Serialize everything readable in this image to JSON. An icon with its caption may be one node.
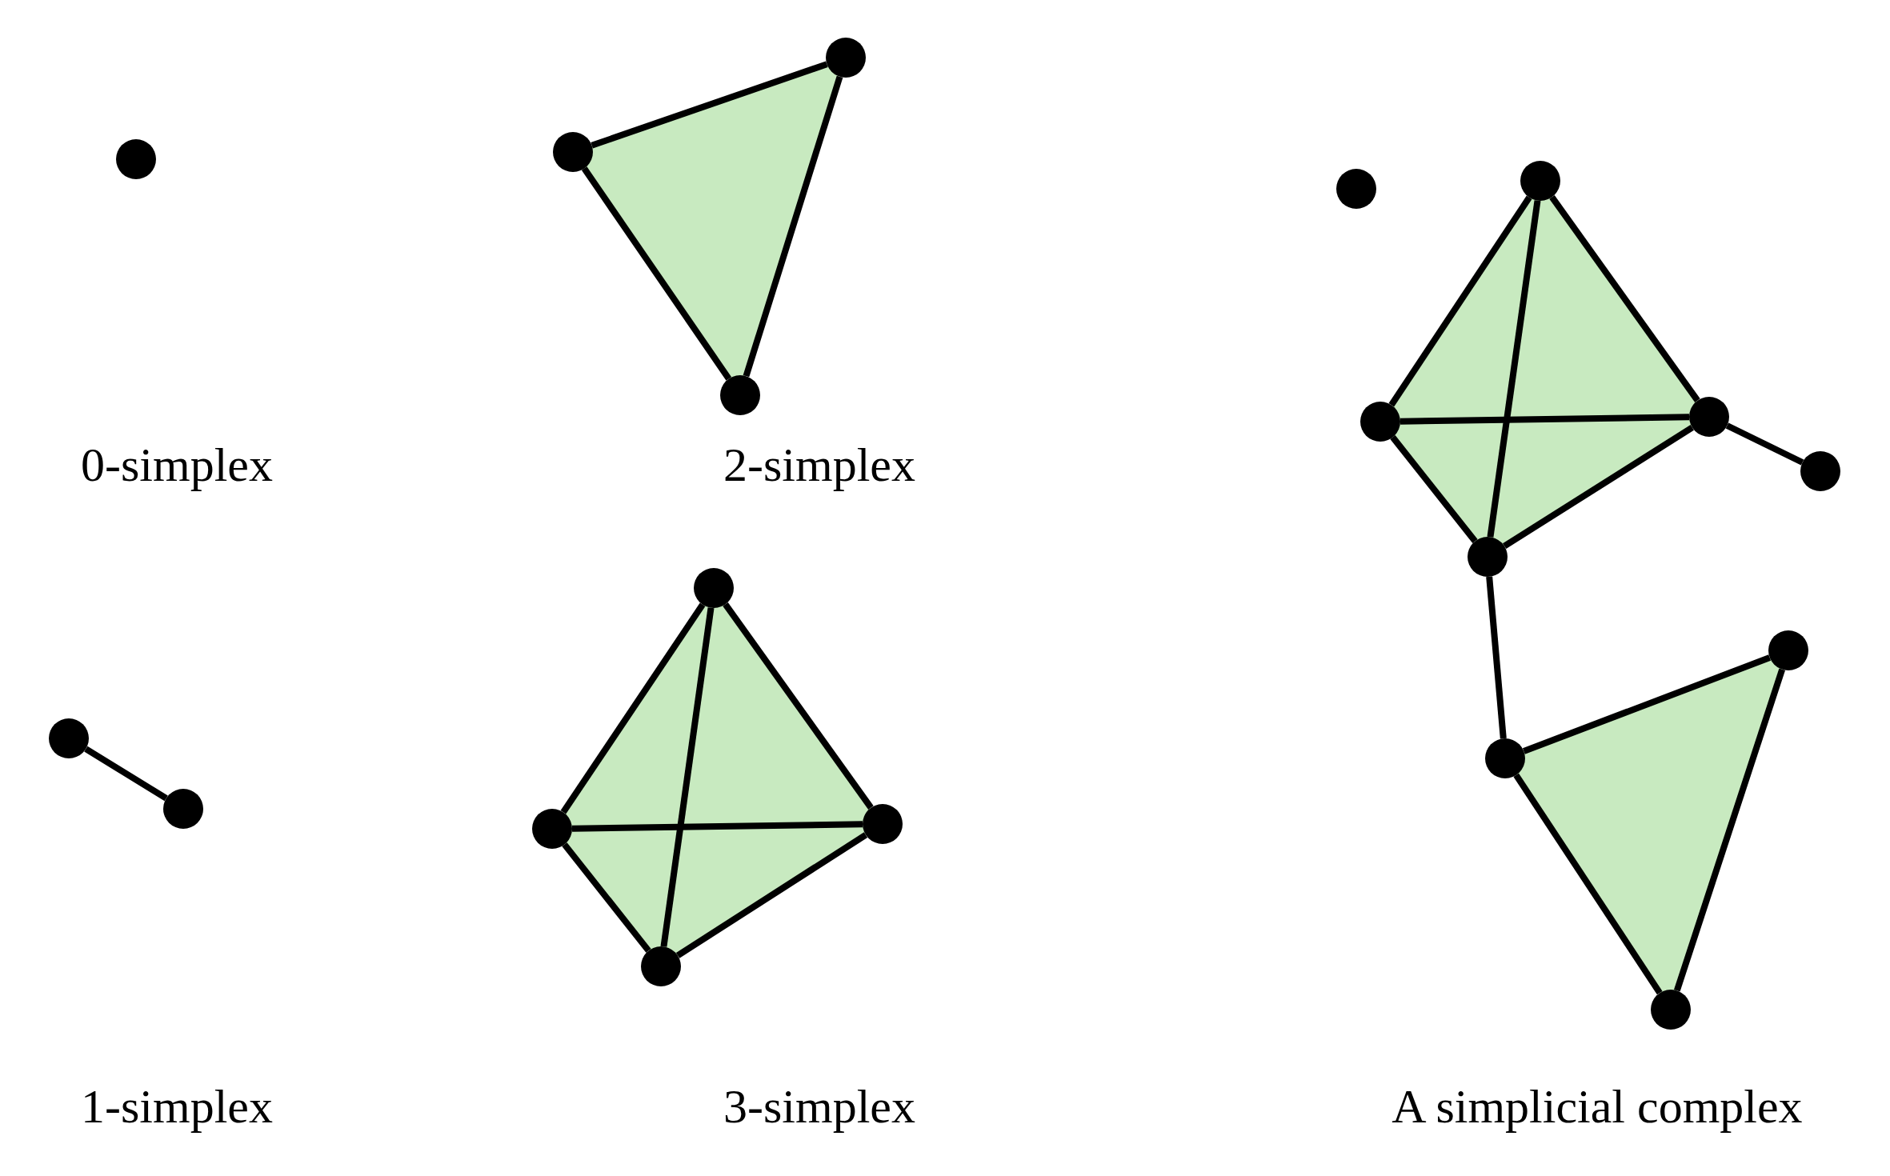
{
  "diagram": {
    "nodes": [
      {
        "text": [],
        "shape": "circle"
      },
      {
        "text": [],
        "shape": "circle"
      },
      {
        "text": [],
        "shape": "circle"
      },
      {
        "text": [],
        "shape": "circle"
      },
      {
        "text": [],
        "shape": "circle"
      },
      {
        "text": [],
        "shape": "circle"
      },
      {
        "text": [],
        "shape": "circle"
      },
      {
        "text": [],
        "shape": "circle"
      },
      {
        "text": [],
        "shape": "circle"
      },
      {
        "text": [],
        "shape": "circle"
      },
      {
        "text": [],
        "shape": "circle"
      },
      {
        "text": [],
        "shape": "circle"
      },
      {
        "text": [],
        "shape": "circle"
      },
      {
        "text": [],
        "shape": "circle"
      },
      {
        "text": [],
        "shape": "circle"
      },
      {
        "text": [],
        "shape": "circle"
      },
      {
        "text": [],
        "shape": "circle"
      },
      {
        "text": [],
        "shape": "circle"
      },
      {
        "text": [],
        "shape": "circle"
      }
    ],
    "edges": [
      {
        "from": 1,
        "to": 2,
        "arrow": "none"
      },
      {
        "from": 3,
        "to": 4,
        "arrow": "none"
      },
      {
        "from": 4,
        "to": 5,
        "arrow": "none"
      },
      {
        "from": 5,
        "to": 3,
        "arrow": "none"
      },
      {
        "from": 6,
        "to": 7,
        "arrow": "none"
      },
      {
        "from": 6,
        "to": 8,
        "arrow": "none"
      },
      {
        "from": 6,
        "to": 9,
        "arrow": "none"
      },
      {
        "from": 7,
        "to": 8,
        "arrow": "none"
      },
      {
        "from": 7,
        "to": 9,
        "arrow": "none"
      },
      {
        "from": 8,
        "to": 9,
        "arrow": "none"
      },
      {
        "from": 11,
        "to": 12,
        "arrow": "none"
      },
      {
        "from": 11,
        "to": 13,
        "arrow": "none"
      },
      {
        "from": 11,
        "to": 15,
        "arrow": "none"
      },
      {
        "from": 12,
        "to": 13,
        "arrow": "none"
      },
      {
        "from": 12,
        "to": 15,
        "arrow": "none"
      },
      {
        "from": 13,
        "to": 15,
        "arrow": "none"
      },
      {
        "from": 13,
        "to": 14,
        "arrow": "none"
      },
      {
        "from": 15,
        "to": 16,
        "arrow": "none"
      },
      {
        "from": 16,
        "to": 17,
        "arrow": "none"
      },
      {
        "from": 17,
        "to": 18,
        "arrow": "none"
      },
      {
        "from": 18,
        "to": 16,
        "arrow": "none"
      }
    ],
    "labels": [
      "0-simplex",
      "2-simplex",
      "1-simplex",
      "3-simplex",
      "A simplicial complex"
    ]
  }
}
